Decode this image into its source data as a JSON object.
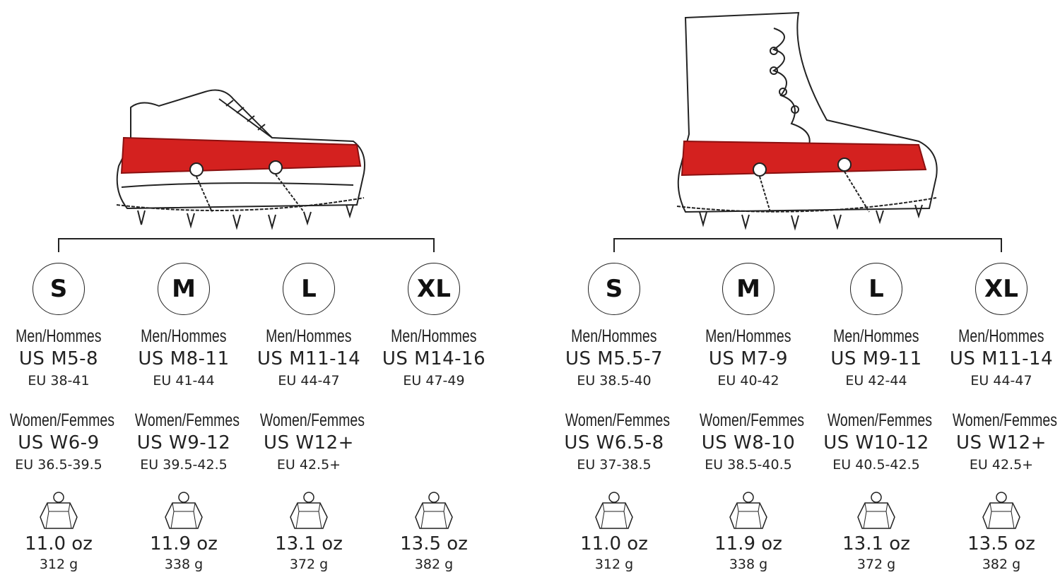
{
  "groups": [
    {
      "name": "low-shoe",
      "columns": [
        {
          "size": "S",
          "men_label": "Men/Hommes",
          "men_us": "US M5-8",
          "men_eu": "EU 38-41",
          "women_label": "Women/Femmes",
          "women_us": "US W6-9",
          "women_eu": "EU 36.5-39.5",
          "oz": "11.0 oz",
          "g": "312 g"
        },
        {
          "size": "M",
          "men_label": "Men/Hommes",
          "men_us": "US M8-11",
          "men_eu": "EU 41-44",
          "women_label": "Women/Femmes",
          "women_us": "US W9-12",
          "women_eu": "EU 39.5-42.5",
          "oz": "11.9 oz",
          "g": "338 g"
        },
        {
          "size": "L",
          "men_label": "Men/Hommes",
          "men_us": "US M11-14",
          "men_eu": "EU 44-47",
          "women_label": "Women/Femmes",
          "women_us": "US W12+",
          "women_eu": "EU 42.5+",
          "oz": "13.1 oz",
          "g": "372 g"
        },
        {
          "size": "XL",
          "men_label": "Men/Hommes",
          "men_us": "US M14-16",
          "men_eu": "EU 47-49",
          "oz": "13.5 oz",
          "g": "382 g"
        }
      ]
    },
    {
      "name": "boot",
      "columns": [
        {
          "size": "S",
          "men_label": "Men/Hommes",
          "men_us": "US M5.5-7",
          "men_eu": "EU 38.5-40",
          "women_label": "Women/Femmes",
          "women_us": "US W6.5-8",
          "women_eu": "EU 37-38.5",
          "oz": "11.0 oz",
          "g": "312 g"
        },
        {
          "size": "M",
          "men_label": "Men/Hommes",
          "men_us": "US M7-9",
          "men_eu": "EU 40-42",
          "women_label": "Women/Femmes",
          "women_us": "US W8-10",
          "women_eu": "EU 38.5-40.5",
          "oz": "11.9 oz",
          "g": "338 g"
        },
        {
          "size": "L",
          "men_label": "Men/Hommes",
          "men_us": "US M9-11",
          "men_eu": "EU 42-44",
          "women_label": "Women/Femmes",
          "women_us": "US W10-12",
          "women_eu": "EU 40.5-42.5",
          "oz": "13.1 oz",
          "g": "372 g"
        },
        {
          "size": "XL",
          "men_label": "Men/Hommes",
          "men_us": "US M11-14",
          "men_eu": "EU 44-47",
          "women_label": "Women/Femmes",
          "women_us": "US W12+",
          "women_eu": "EU 42.5+",
          "oz": "13.5 oz",
          "g": "382 g"
        }
      ]
    }
  ],
  "colors": {
    "accent": "#d4211f",
    "line": "#222222"
  }
}
